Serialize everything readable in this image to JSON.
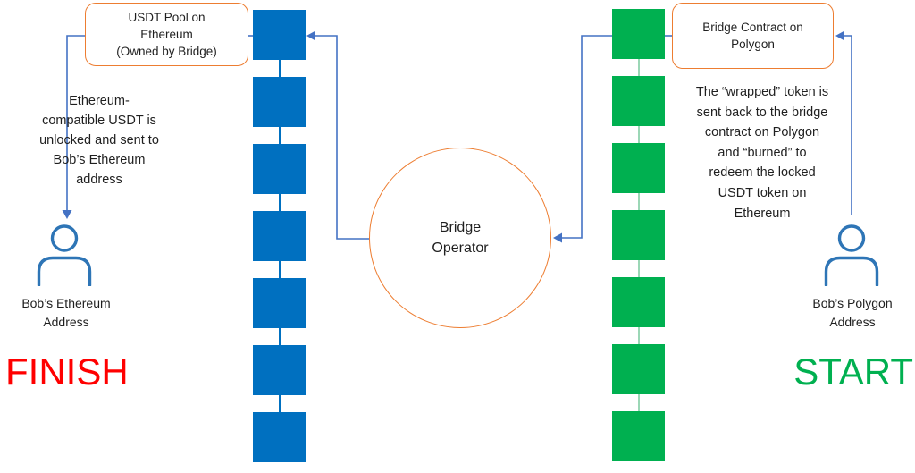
{
  "colors": {
    "ethereum_blue": "#0070C0",
    "polygon_green": "#00B050",
    "green_connector": "#9bd7b6",
    "orange_border": "#ED7D31",
    "arrow_blue": "#4472C4",
    "person_blue": "#2E75B6",
    "finish_red": "#FF0000",
    "start_green": "#00B050",
    "text_dark": "#1f1f1f"
  },
  "left": {
    "box_label": "USDT Pool on\nEthereum\n(Owned by Bridge)",
    "description": "Ethereum-\ncompatible USDT is\nunlocked and sent to\nBob’s Ethereum\naddress",
    "address_label": "Bob’s Ethereum\nAddress",
    "status_label": "FINISH"
  },
  "center": {
    "operator_label": "Bridge\nOperator"
  },
  "right": {
    "box_label": "Bridge Contract on\nPolygon",
    "description": "The “wrapped” token is\nsent back to the bridge\ncontract on Polygon\nand “burned” to\nredeem the locked\nUSDT token on\nEthereum",
    "address_label": "Bob’s Polygon\nAddress",
    "status_label": "START"
  },
  "chains": {
    "ethereum": {
      "label": "ethereum-chain",
      "block_count": 7
    },
    "polygon": {
      "label": "polygon-chain",
      "block_count": 7
    }
  }
}
